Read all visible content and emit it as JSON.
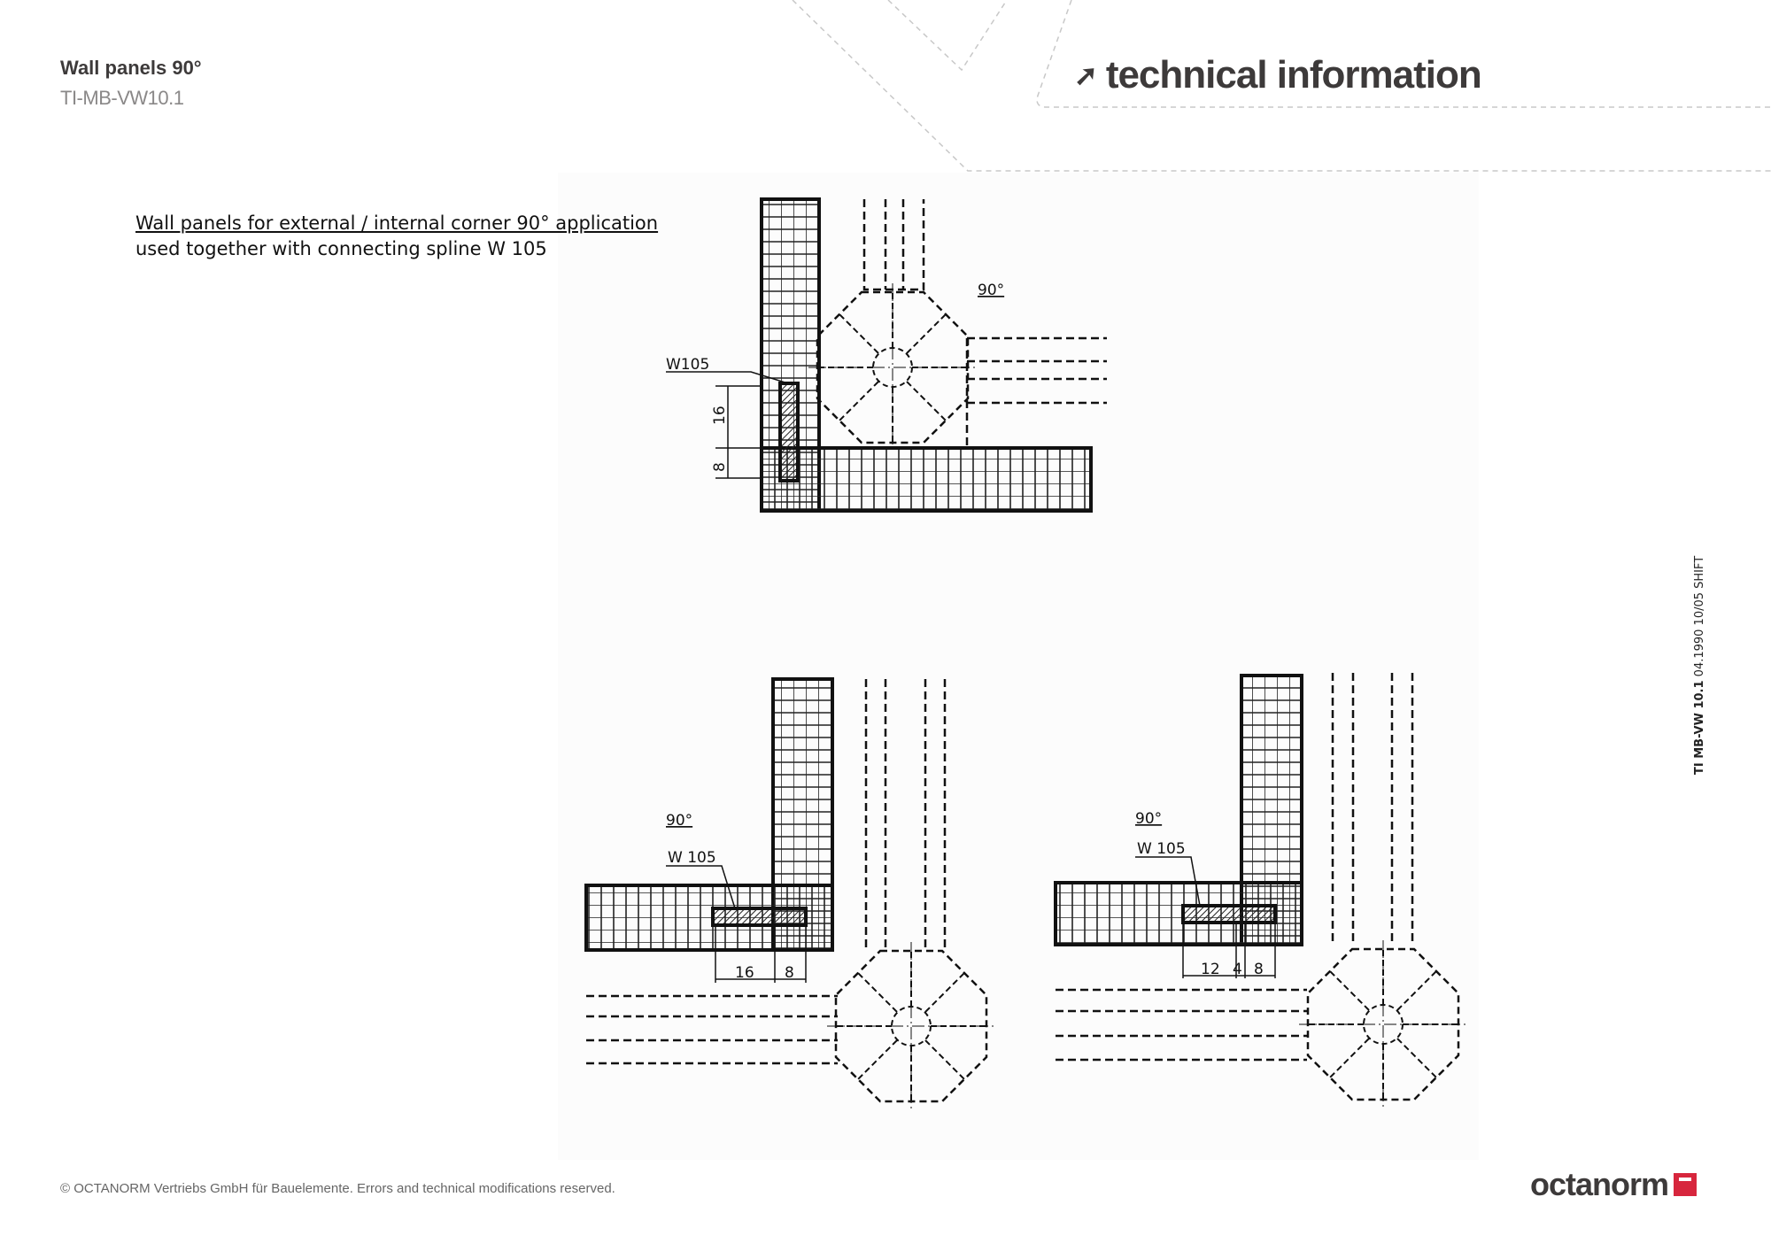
{
  "header": {
    "title": "Wall panels 90°",
    "doc_code": "TI-MB-VW10.1",
    "section_title": "technical information",
    "section_icon": "arrow-up-right-icon"
  },
  "description": {
    "line1": "Wall panels for external / internal corner 90° application",
    "line2": "used together with connecting spline W 105"
  },
  "side_note": {
    "code": "TI MB-VW 10.1",
    "rest": "04.1990 10/05 SHIFT"
  },
  "drawings": [
    {
      "name": "top",
      "spline": "W105",
      "angle": "90°",
      "dims": [
        "16",
        "8"
      ]
    },
    {
      "name": "bottom-left",
      "spline": "W 105",
      "angle": "90°",
      "dims": [
        "16",
        "8"
      ]
    },
    {
      "name": "bottom-right",
      "spline": "W 105",
      "angle": "90°",
      "dims": [
        "12",
        "4",
        "8"
      ]
    }
  ],
  "footer": {
    "copyright": "© OCTANORM Vertriebs GmbH für Bauelemente. Errors and technical modifications reserved.",
    "logo": "octanorm"
  },
  "colors": {
    "text": "#3d3a3a",
    "brand_red": "#d7263d"
  }
}
